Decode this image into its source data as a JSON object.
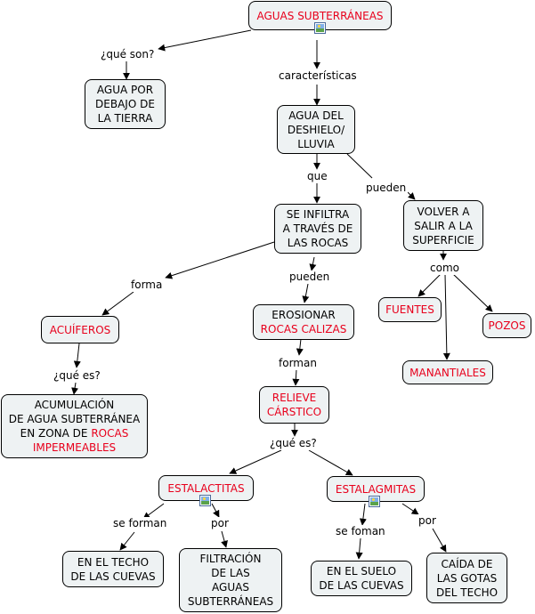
{
  "diagram": {
    "nodes": {
      "aguas": [
        "AGUAS SUBTERRÁNEAS"
      ],
      "agua_debajo": [
        "AGUA POR",
        "DEBAJO DE",
        "LA TIERRA"
      ],
      "deshielo": [
        "AGUA DEL",
        "DESHIELO/",
        "LLUVIA"
      ],
      "infiltra": [
        "SE INFILTRA",
        "A TRAVÉS DE",
        "LAS ROCAS"
      ],
      "volver": [
        "VOLVER A",
        "SALIR A LA",
        "SUPERFICIE"
      ],
      "acuiferos": [
        "ACUÍFEROS"
      ],
      "erosionar": [
        "EROSIONAR",
        "ROCAS CALIZAS"
      ],
      "fuentes": [
        "FUENTES"
      ],
      "pozos": [
        "POZOS"
      ],
      "manantiales": [
        "MANANTIALES"
      ],
      "acumulacion": [
        "ACUMULACIÓN",
        "DE AGUA SUBTERRÁNEA",
        "EN ZONA DE ROCAS",
        "IMPERMEABLES"
      ],
      "relieve": [
        "RELIEVE",
        "CÁRSTICO"
      ],
      "estalactitas": [
        "ESTALACTITAS"
      ],
      "estalagmitas": [
        "ESTALAGMITAS"
      ],
      "techo": [
        "EN EL TECHO",
        "DE LAS CUEVAS"
      ],
      "filtracion": [
        "FILTRACIÓN",
        "DE LAS",
        "AGUAS",
        "SUBTERRÁNEAS"
      ],
      "suelo": [
        "EN EL SUELO",
        "DE LAS CUEVAS"
      ],
      "caida": [
        "CAÍDA DE",
        "LAS GOTAS",
        "DEL TECHO"
      ]
    },
    "links": {
      "que_son": "¿qué son?",
      "caracteristicas": "características",
      "que": "que",
      "pueden1": "pueden",
      "forma": "forma",
      "pueden2": "pueden",
      "como": "como",
      "que_es1": "¿qué es?",
      "forman": "forman",
      "que_es2": "¿qué es?",
      "se_forman": "se forman",
      "por1": "por",
      "se_foman": "se foman",
      "por2": "por"
    }
  }
}
